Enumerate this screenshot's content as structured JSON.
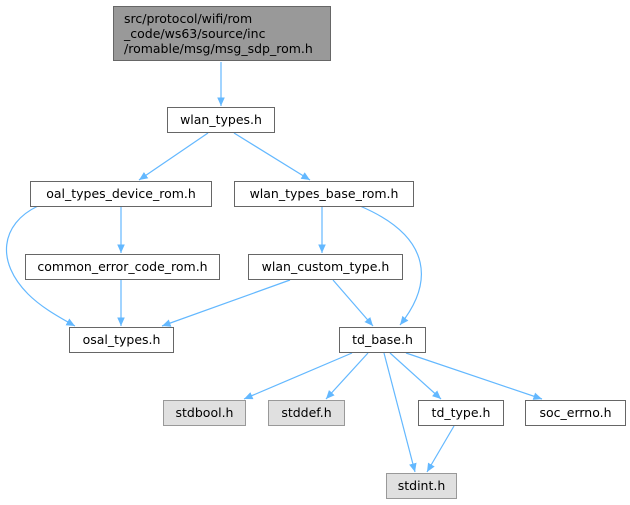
{
  "graph": {
    "colors": {
      "edge": "#63b8ff",
      "node_border": "#666666",
      "root_fill": "#999999",
      "external_fill": "#e0e0e0"
    },
    "nodes": {
      "root": "src/protocol/wifi/rom\n_code/ws63/source/inc\n/romable/msg/msg_sdp_rom.h",
      "wlan_types": "wlan_types.h",
      "oal_types_device_rom": "oal_types_device_rom.h",
      "wlan_types_base_rom": "wlan_types_base_rom.h",
      "common_error_code_rom": "common_error_code_rom.h",
      "wlan_custom_type": "wlan_custom_type.h",
      "osal_types": "osal_types.h",
      "td_base": "td_base.h",
      "stdbool": "stdbool.h",
      "stddef": "stddef.h",
      "td_type": "td_type.h",
      "soc_errno": "soc_errno.h",
      "stdint": "stdint.h"
    }
  }
}
